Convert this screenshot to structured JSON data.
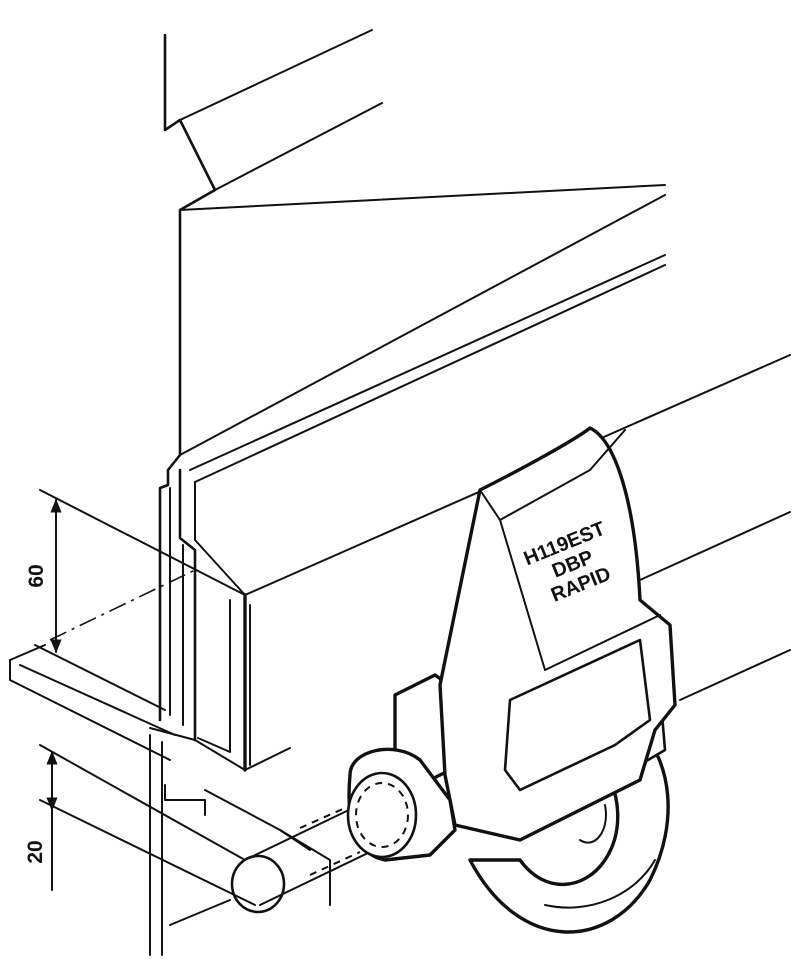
{
  "dimensions": {
    "upper": {
      "value": "60"
    },
    "lower": {
      "value": "20"
    }
  },
  "marking": {
    "line1": "H119EST",
    "line2": "DBP",
    "line3": "RAPID"
  }
}
